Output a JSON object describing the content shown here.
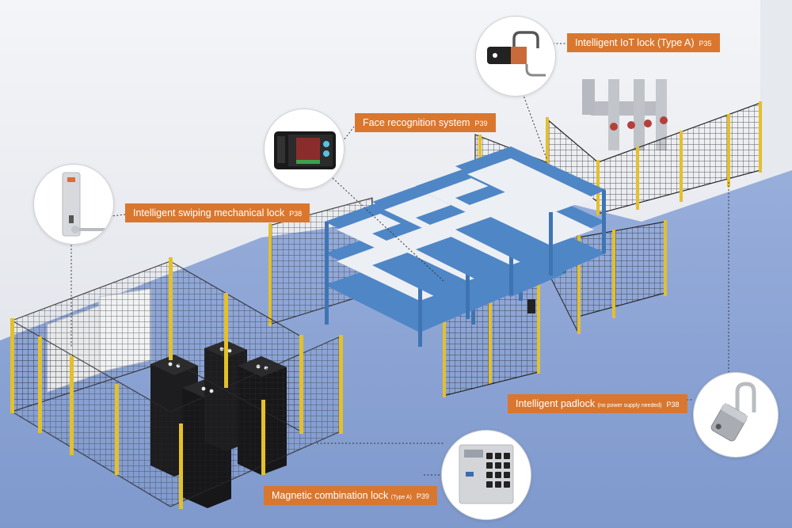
{
  "colors": {
    "wall": "#eef0f4",
    "floor": "#8aa3d3",
    "fence_post": "#e4c02a",
    "fence_mesh": "#2a2a2a",
    "shelf": "#4f86c6",
    "label_bg": "#d9772f",
    "label_text": "#ffffff"
  },
  "callouts": [
    {
      "id": "iot-lock",
      "name": "Intelligent IoT lock (Type A)",
      "note": "",
      "page": "P35",
      "icon": "iot-lock-icon"
    },
    {
      "id": "face-recognition",
      "name": "Face recognition system",
      "note": "",
      "page": "P39",
      "icon": "face-terminal-icon"
    },
    {
      "id": "swiping-lock",
      "name": "Intelligent swiping mechanical lock",
      "note": "",
      "page": "P38",
      "icon": "swipe-lock-icon"
    },
    {
      "id": "padlock",
      "name": "Intelligent padlock",
      "note": "(no power supply needed)",
      "page": "P38",
      "icon": "padlock-icon"
    },
    {
      "id": "combination-lock",
      "name": "Magnetic combination lock",
      "note": "(Type A)",
      "page": "P39",
      "icon": "keypad-lock-icon"
    }
  ]
}
